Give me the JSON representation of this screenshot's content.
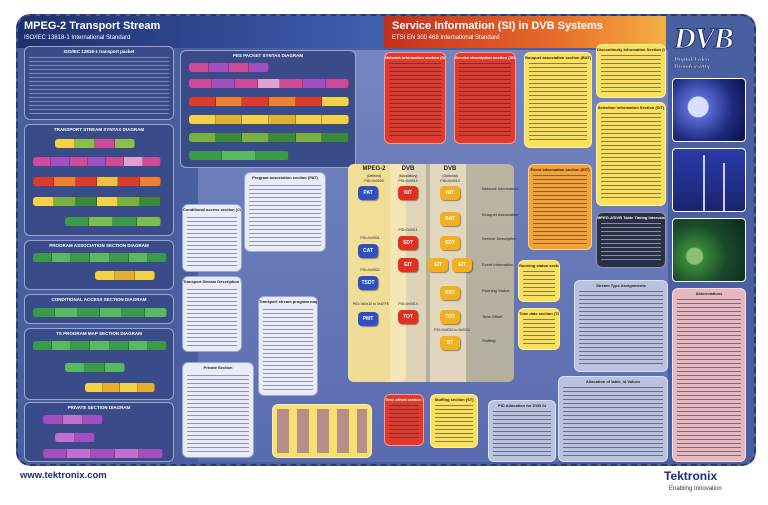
{
  "header": {
    "left_title": "MPEG-2 Transport Stream",
    "left_subtitle": "ISO/IEC 13818-1 International Standard",
    "right_title": "Service Information (SI) in DVB Systems",
    "right_subtitle": "ETSI EN 300 468 International Standard"
  },
  "logo": {
    "letters": "DVB",
    "line1": "Digital Video",
    "line2": "Broadcasting"
  },
  "left_panels": [
    "ISO/IEC 13818-1 transport packet",
    "TRANSPORT STREAM SYNTAX DIAGRAM",
    "PROGRAM ASSOCIATION SECTION DIAGRAM",
    "CONDITIONAL ACCESS SECTION DIAGRAM",
    "TS PROGRAM MAP SECTION DIAGRAM",
    "PRIVATE SECTION DIAGRAM"
  ],
  "pes_title": "PES PACKET SYNTAX DIAGRAM",
  "sections": {
    "program_assoc": "Program association section (PAT)",
    "conditional_access": "Conditional access section (CA)",
    "ts_description": "Transport Stream Description Section (TSDT)",
    "ts_program_map": "Transport stream program map section (PMT)",
    "private": "Private Section",
    "ndf": "Network information section (NIT)",
    "sdt": "Service description section (SDT)",
    "bat": "Bouquet association section (BAT)",
    "dit": "Discontinuity Information Section (DIT)",
    "sit": "Selection Information Section (SIT)",
    "eit": "Event information section (EIT)",
    "rst": "Running status section (RST)",
    "tdt": "Time date section (TDT)",
    "tot": "Time offset section (TOT)",
    "st": "Stuffing section (ST)",
    "pid_alloc": "PID Allocation for DVB SI",
    "tableid": "Allocation of table_id Values",
    "stream_type": "Stream Type Assignments",
    "dvb_tables": "MPEG-2/DVB Table Timing Intervals",
    "abbrev": "Abbreviations"
  },
  "columns": {
    "mpeg": {
      "title": "MPEG-2",
      "sub1": "(Defined)",
      "sub2": "PID=0x0000"
    },
    "dvb_mand": {
      "title": "DVB",
      "sub1": "(Mandatory)",
      "sub2": "PID=0x0010"
    },
    "dvb_opt": {
      "title": "DVB",
      "sub1": "(Optional)",
      "sub2": "PID=0x0010"
    }
  },
  "mpeg_chips": [
    {
      "label": "PAT",
      "pid": "PID=0x0000"
    },
    {
      "label": "CAT",
      "pid": "PID=0x0001"
    },
    {
      "label": "TSDT",
      "pid": "PID=0x0002"
    },
    {
      "label": "PMT",
      "pid": "PID=0x0x10 to 0x1FFE"
    }
  ],
  "dvb_mand_chips": [
    {
      "label": "NIT",
      "pid": "PID=0x0010"
    },
    {
      "label": "SDT",
      "pid": "PID=0x0011"
    },
    {
      "label": "EIT",
      "pid": "PID=0x0012"
    },
    {
      "label": "TOT",
      "pid": "PID=0x0014"
    }
  ],
  "dvb_opt_chips": [
    {
      "label": "NIT",
      "pid": "PID=0x0010"
    },
    {
      "label": "BAT",
      "pid": "PID=0x0011"
    },
    {
      "label": "SDT",
      "pid": "PID=0x0011"
    },
    {
      "label": "EIT",
      "pid": "PID=0x0012"
    },
    {
      "label": "EIT",
      "pid": "PID=0x0012"
    },
    {
      "label": "RST",
      "pid": "PID=0x0013"
    },
    {
      "label": "TOT",
      "pid": "PID=0x0014"
    },
    {
      "label": "ST",
      "pid": "PID=0x0010 to 0x0014"
    }
  ],
  "row_labels": [
    "Network Information",
    "Bouquet Association",
    "Service Description",
    "Event Information",
    "Running Status",
    "Time Offset",
    "Stuffing"
  ],
  "footer": {
    "url": "www.tektronix.com",
    "brand": "Tektronix",
    "tagline": "Enabling Innovation"
  }
}
